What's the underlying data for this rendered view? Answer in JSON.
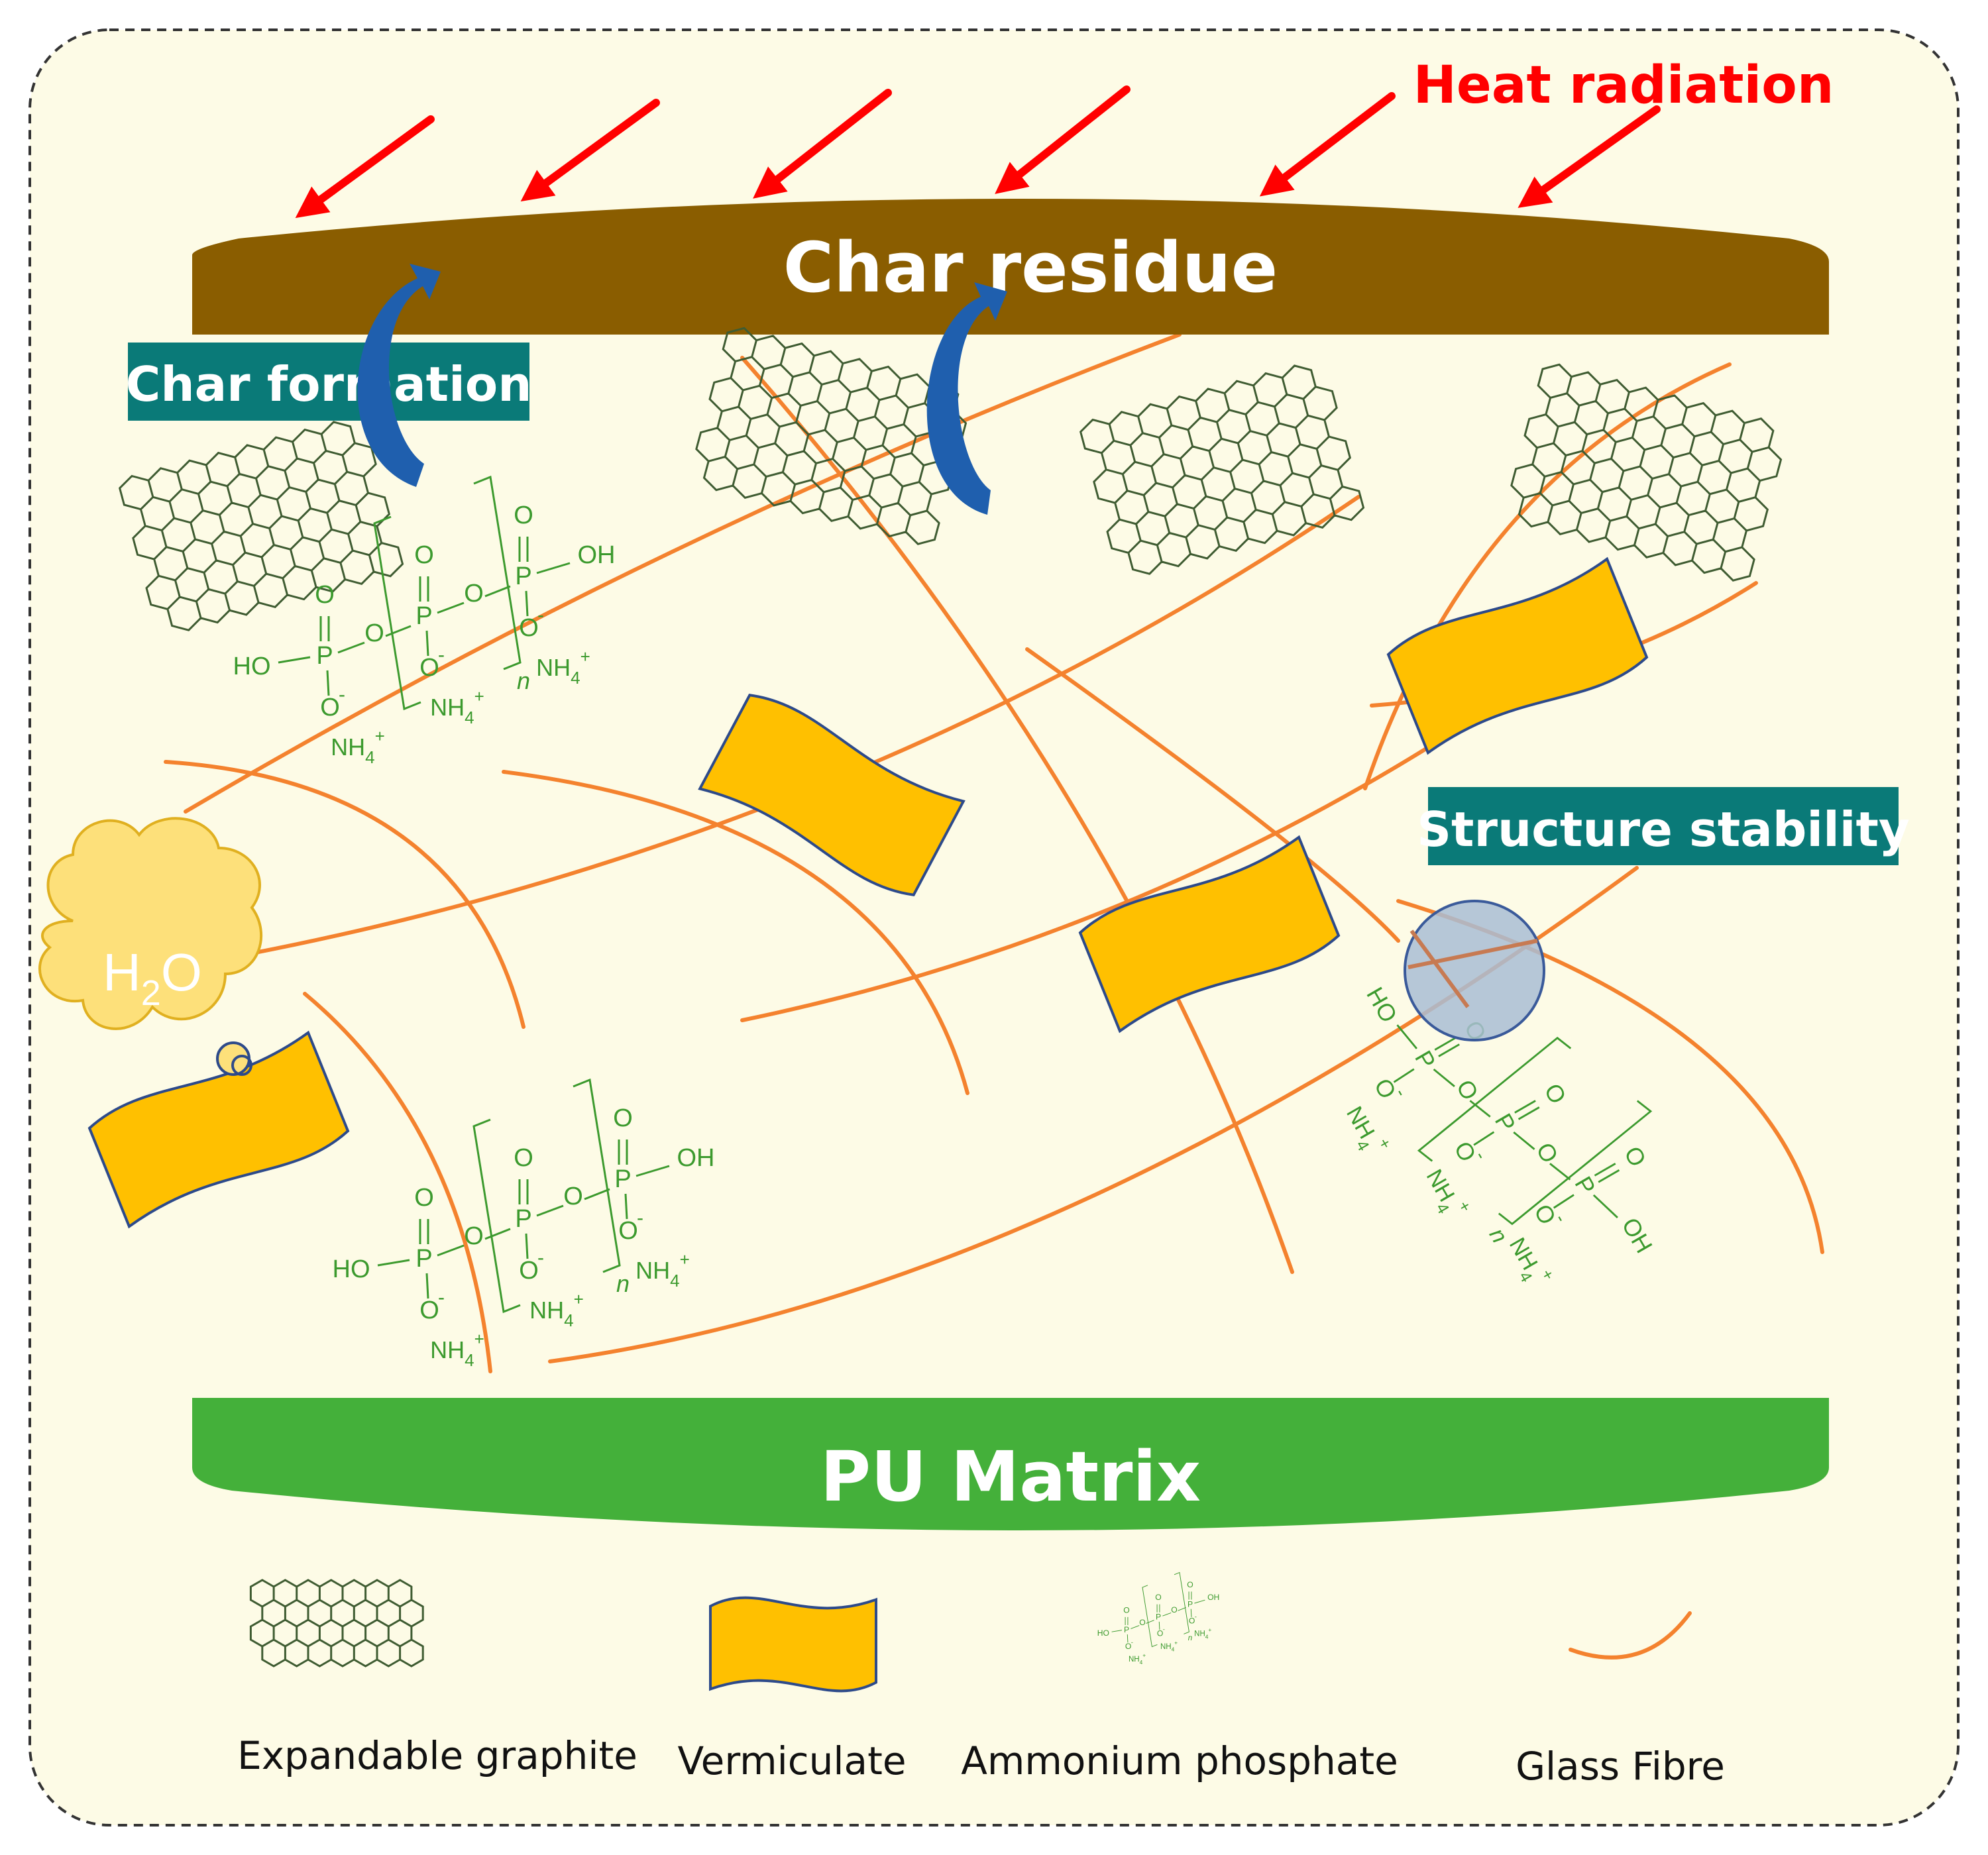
{
  "colors": {
    "panel_bg": "#fdfbe6",
    "char_band": "#8a5d00",
    "pu_band": "#44b03a",
    "teal_label": "#0a7a78",
    "heat": "#ff0000",
    "fibre": "#f4822e",
    "graphite": "#3f5c32",
    "vermiculite": "#ffc000",
    "vermiculite_edge": "#2d4a8a",
    "chem": "#3c9a2e",
    "arrow_blue": "#1f5fae",
    "stability_circle": "#a9bdd3"
  },
  "labels": {
    "heat_radiation": "Heat radiation",
    "char_residue": "Char residue",
    "char_formation": "Char formation",
    "structure_stability": "Structure stability",
    "pu_matrix": "PU Matrix",
    "water": "H",
    "water_sub": "2",
    "water_end": "O"
  },
  "chemistry": {
    "ho": "HO",
    "oh": "OH",
    "p": "P",
    "o": "O",
    "minus": "-",
    "nh": "NH",
    "sub4": "4",
    "plus": "+",
    "n": "n"
  },
  "legend": [
    {
      "label": "Expandable graphite",
      "icon": "graphite-sheet"
    },
    {
      "label": "Vermiculate",
      "icon": "vermiculite-flake"
    },
    {
      "label": "Ammonium phosphate",
      "icon": "ammonium-phosphate-structure"
    },
    {
      "label": "Glass Fibre",
      "icon": "glass-fibre-curve"
    }
  ]
}
